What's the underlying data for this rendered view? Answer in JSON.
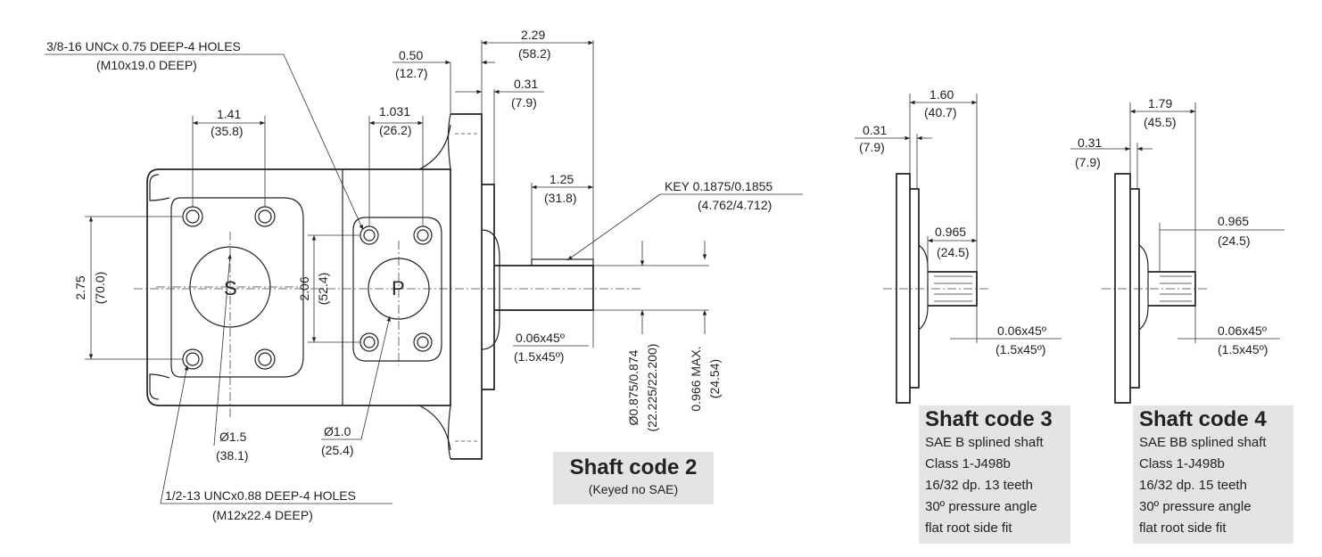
{
  "labels": {
    "mount_tapped": "3/8-16 UNCx 0.75 DEEP-4 HOLES",
    "mount_tapped_metric": "(M10x19.0 DEEP)",
    "port_tapped": "1/2-13 UNCx0.88 DEEP-4 HOLES",
    "port_tapped_metric": "(M12x22.4 DEEP)",
    "key": "KEY 0.1875/0.1855",
    "key_metric": "(4.762/4.712)",
    "suction": "S",
    "pressure": "P"
  },
  "dims": {
    "d_1_41": "1.41",
    "d_35_8": "(35.8)",
    "d_1_031": "1.031",
    "d_26_2": "(26.2)",
    "d_0_50": "0.50",
    "d_12_7": "(12.7)",
    "d_2_29": "2.29",
    "d_58_2": "(58.2)",
    "d_0_31": "0.31",
    "d_7_9": "(7.9)",
    "d_1_25": "1.25",
    "d_31_8": "(31.8)",
    "d_2_75": "2.75",
    "d_70_0": "(70.0)",
    "d_2_06": "2.06",
    "d_52_4": "(52.4)",
    "d_dia1_5": "Ø1.5",
    "d_38_1": "(38.1)",
    "d_dia1_0": "Ø1.0",
    "d_25_4": "(25.4)",
    "d_chamfer": "0.06x45º",
    "d_chamfer_m": "(1.5x45º)",
    "d_shaft_dia": "Ø0.875/0.874",
    "d_shaft_dia_m": "(22.225/22.200)",
    "d_max": "0.966 MAX.",
    "d_max_m": "(24.54)",
    "s3_1_60": "1.60",
    "s3_40_7": "(40.7)",
    "s3_0_31": "0.31",
    "s3_7_9": "(7.9)",
    "s3_0_965": "0.965",
    "s3_24_5": "(24.5)",
    "s3_chamfer": "0.06x45º",
    "s3_chamfer_m": "(1.5x45º)",
    "s4_1_79": "1.79",
    "s4_45_5": "(45.5)",
    "s4_0_31": "0.31",
    "s4_7_9": "(7.9)",
    "s4_0_965": "0.965",
    "s4_24_5": "(24.5)",
    "s4_chamfer": "0.06x45º",
    "s4_chamfer_m": "(1.5x45º)"
  },
  "shaft_code_2": {
    "title": "Shaft code 2",
    "lines": [
      "(Keyed no SAE)"
    ]
  },
  "shaft_code_3": {
    "title": "Shaft code 3",
    "lines": [
      "SAE B splined shaft",
      "Class 1-J498b",
      "16/32 dp. 13 teeth",
      "30º pressure angle",
      "flat root side fit"
    ]
  },
  "shaft_code_4": {
    "title": "Shaft code 4",
    "lines": [
      "SAE BB splined shaft",
      "Class 1-J498b",
      "16/32 dp. 15 teeth",
      "30º pressure angle",
      "flat root side fit"
    ]
  }
}
